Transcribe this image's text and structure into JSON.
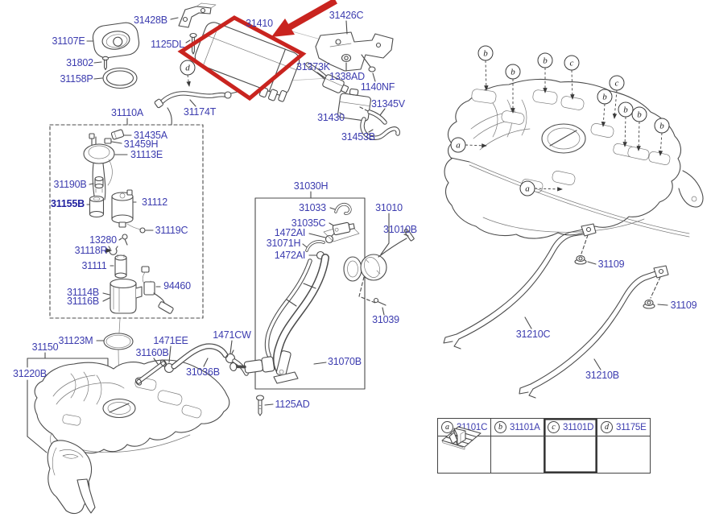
{
  "parts": {
    "seal": {
      "pad": "31107E",
      "bolt": "31802",
      "oring": "31158P"
    },
    "canister": {
      "bracket": "31428B",
      "bolt": "1125DL",
      "canister": "31410",
      "hose": "31174T",
      "marker": "d"
    },
    "valves": {
      "bracket": "31426C",
      "valve": "31373K",
      "nut": "1338AD",
      "bolt": "1140NF",
      "hose_v": "31345V",
      "ccv": "31430",
      "hose": "31453B"
    },
    "pump": {
      "assy": "31110A",
      "suction": "31435A",
      "screw": "31459H",
      "plate": "31113E",
      "regulator": "31190B",
      "filter": "31155B",
      "pump": "31112",
      "wire": "31119C",
      "bolt": "13280",
      "clip": "31118R",
      "motor": "31111",
      "body_a": "31114B",
      "body_b": "31116B",
      "sender": "94460"
    },
    "tank_left": {
      "oring": "31123M",
      "tank": "31150",
      "protector": "31220B",
      "hose_vent": "31160B",
      "clamp_a": "1471EE",
      "hose": "31036B",
      "clamp_b": "1471CW"
    },
    "filler": {
      "assy": "31030H",
      "hose_a": "31033",
      "hose_b": "31035C",
      "clamp_a": "1472AI",
      "tube": "31071H",
      "clamp_b": "1472AI",
      "pipe": "31070B",
      "bolt": "1125AD",
      "cap": "31010",
      "tether": "31010B",
      "screw": "31039"
    },
    "mount": {
      "nut_a": "31109",
      "nut_b": "31109",
      "strap_front": "31210C",
      "strap_rear": "31210B"
    }
  },
  "tank_markers": [
    "b",
    "b",
    "b",
    "c",
    "c",
    "b",
    "b",
    "b",
    "b",
    "a",
    "a"
  ],
  "legend": {
    "cells": [
      {
        "key": "a",
        "part": "31101C"
      },
      {
        "key": "b",
        "part": "31101A"
      },
      {
        "key": "c",
        "part": "31101D"
      },
      {
        "key": "d",
        "part": "31175E"
      }
    ]
  },
  "colors": {
    "label": "#3c3caf",
    "label_bold": "#1f1f9e",
    "line": "#4b4b4b",
    "highlight": "#c9241f"
  }
}
